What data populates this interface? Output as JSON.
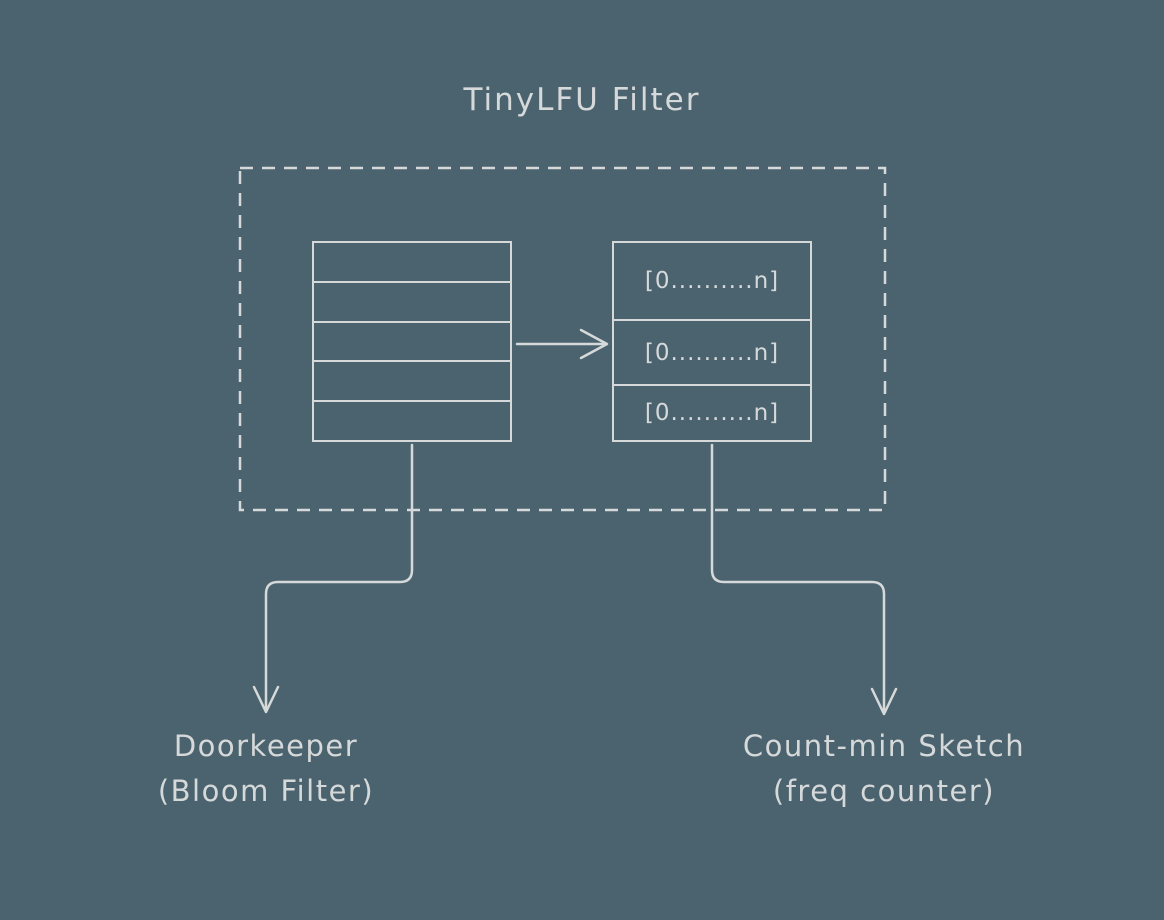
{
  "title": "TinyLFU Filter",
  "colors": {
    "background": "#4B636E",
    "stroke": "#D6D9DA"
  },
  "doorkeeper_table": {
    "row_count": 5
  },
  "countmin_table": {
    "rows": [
      "[0..........n]",
      "[0..........n]",
      "[0..........n]"
    ]
  },
  "labels": {
    "doorkeeper": {
      "line1": "Doorkeeper",
      "line2": "(Bloom Filter)"
    },
    "countmin": {
      "line1": "Count-min Sketch",
      "line2": "(freq counter)"
    }
  }
}
